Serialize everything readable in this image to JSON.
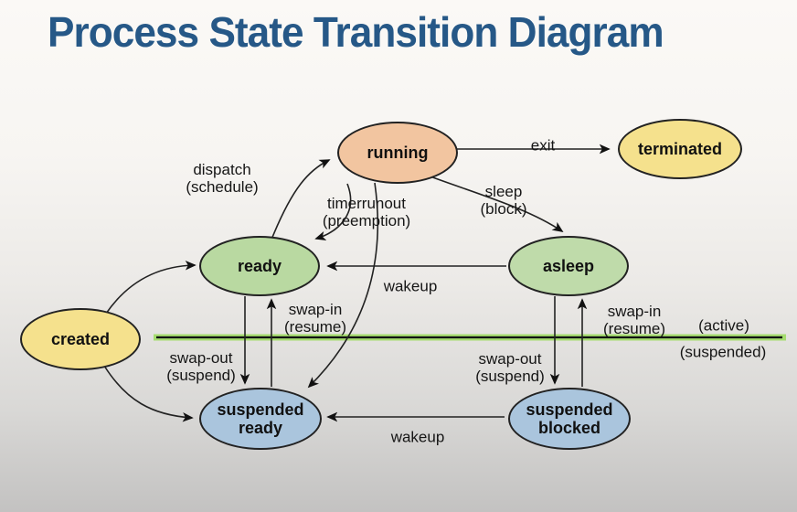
{
  "title": "Process State Transition Diagram",
  "colors": {
    "title_blue": "#265887",
    "separator_green": "#a5dc6f",
    "running_fill": "#f2c5a0",
    "terminated_fill": "#f5e18d",
    "created_fill": "#f5e18d",
    "ready_fill": "#b9d9a1",
    "asleep_fill": "#bfdbaa",
    "suspended_fill": "#aac5dd"
  },
  "states": {
    "running": {
      "label": "running",
      "color": "#f2c5a0"
    },
    "terminated": {
      "label": "terminated",
      "color": "#f5e18d"
    },
    "ready": {
      "label": "ready",
      "color": "#b9d9a1"
    },
    "asleep": {
      "label": "asleep",
      "color": "#bfdbaa"
    },
    "created": {
      "label": "created",
      "color": "#f5e18d"
    },
    "suspended_ready": {
      "line1": "suspended",
      "line2": "ready",
      "color": "#aac5dd"
    },
    "suspended_blocked": {
      "line1": "suspended",
      "line2": "blocked",
      "color": "#aac5dd"
    }
  },
  "transitions": {
    "dispatch": {
      "line1": "dispatch",
      "line2": "(schedule)"
    },
    "timerrunout": {
      "line1": "timerrunout",
      "line2": "(preemption)"
    },
    "sleep": {
      "line1": "sleep",
      "line2": "(block)"
    },
    "exit": {
      "label": "exit"
    },
    "wakeup_mid": {
      "label": "wakeup"
    },
    "wakeup_bottom": {
      "label": "wakeup"
    },
    "swap_in_left": {
      "line1": "swap-in",
      "line2": "(resume)"
    },
    "swap_out_left": {
      "line1": "swap-out",
      "line2": "(suspend)"
    },
    "swap_in_right": {
      "line1": "swap-in",
      "line2": "(resume)"
    },
    "swap_out_right": {
      "line1": "swap-out",
      "line2": "(suspend)"
    }
  },
  "regions": {
    "active_label": "(active)",
    "suspended_label": "(suspended)"
  }
}
